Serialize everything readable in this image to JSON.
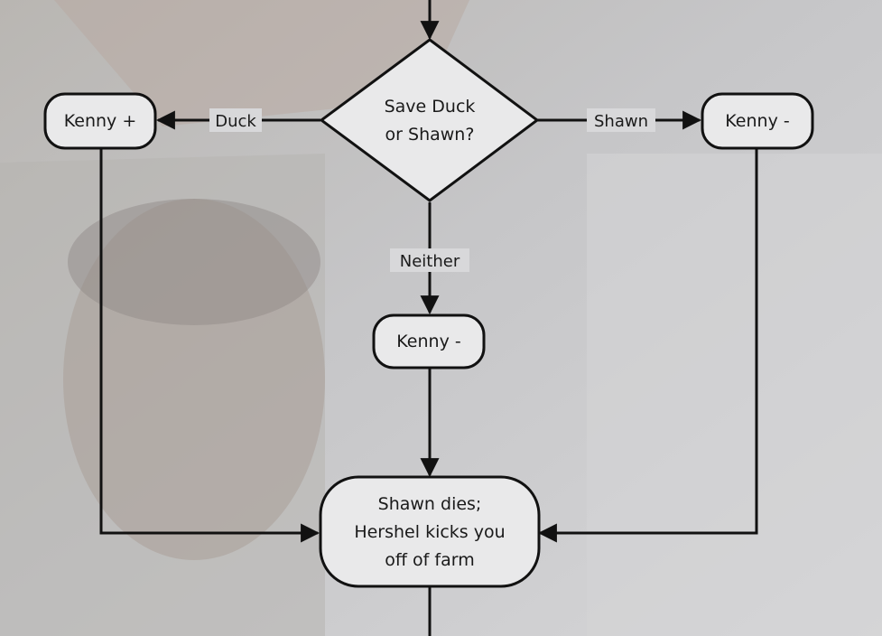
{
  "nodes": {
    "decision": {
      "lines": [
        "Save Duck",
        "or Shawn?"
      ]
    },
    "kenny_plus": {
      "text": "Kenny +"
    },
    "kenny_minus_right": {
      "text": "Kenny -"
    },
    "kenny_minus_middle": {
      "text": "Kenny -"
    },
    "outcome": {
      "lines": [
        "Shawn dies;",
        "Hershel kicks you",
        "off of farm"
      ]
    }
  },
  "edges": {
    "duck": "Duck",
    "shawn": "Shawn",
    "neither": "Neither"
  },
  "colors": {
    "node_fill": "#e9e9ea",
    "stroke": "#111111",
    "background": "#c9c9cb"
  }
}
